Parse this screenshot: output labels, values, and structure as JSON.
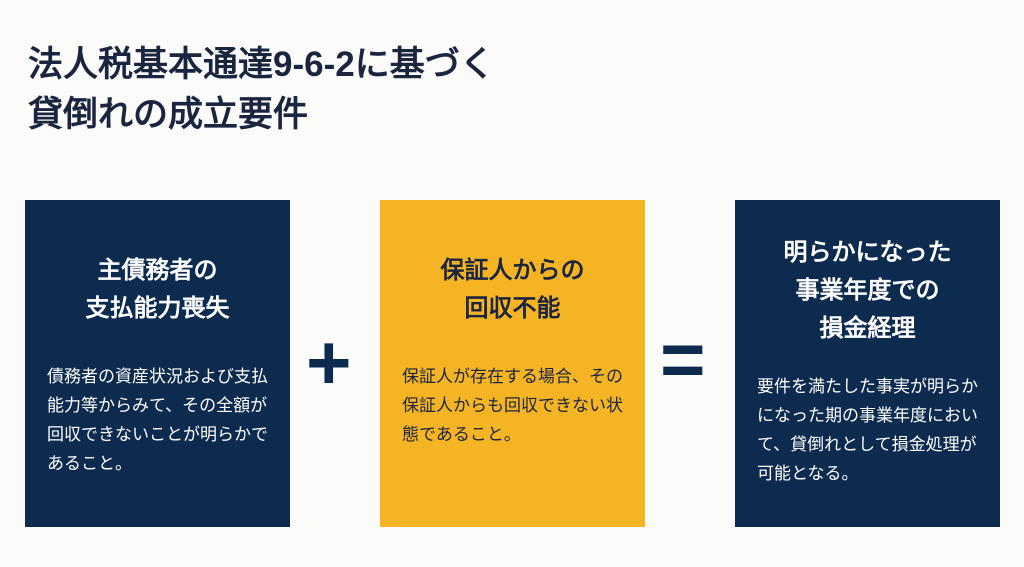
{
  "title_lines": [
    "法人税基本通達9-6-2に基づく",
    "貸倒れの成立要件"
  ],
  "cards": [
    {
      "title_lines": [
        "主債務者の",
        "支払能力喪失"
      ],
      "body": "債務者の資産状況および支払能力等からみて、その全額が回収できないことが明らかであること。"
    },
    {
      "title_lines": [
        "保証人からの",
        "回収不能"
      ],
      "body": "保証人が存在する場合、その保証人からも回収できない状態であること。"
    },
    {
      "title_lines": [
        "明らかになった",
        "事業年度での",
        "損金経理"
      ],
      "body": "要件を満たした事実が明らかになった期の事業年度において、貸倒れとして損金処理が可能となる。"
    }
  ],
  "operators": {
    "plus": "+",
    "equals": "="
  },
  "colors": {
    "navy": "#0d2a4f",
    "yellow": "#f5b424",
    "title": "#1b2540"
  }
}
